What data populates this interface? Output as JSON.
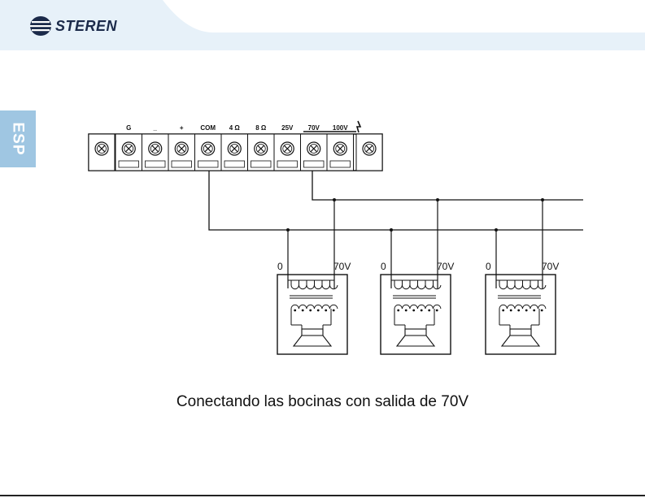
{
  "brand": {
    "name": "STEREN"
  },
  "language_tab": "ESP",
  "terminal_block": {
    "terminals": [
      "G",
      "_",
      "+",
      "COM",
      "4 Ω",
      "8 Ω",
      "25V",
      "70V",
      "100V"
    ],
    "ground_symbol": "ground-lightning-icon"
  },
  "speakers": [
    {
      "tap_low": "0",
      "tap_high": "70V"
    },
    {
      "tap_low": "0",
      "tap_high": "70V"
    },
    {
      "tap_low": "0",
      "tap_high": "70V"
    }
  ],
  "caption": "Conectando las bocinas con salida de 70V",
  "colors": {
    "tab": "#9fc6e2",
    "header_band": "#e7f1f9",
    "ink": "#111111"
  }
}
